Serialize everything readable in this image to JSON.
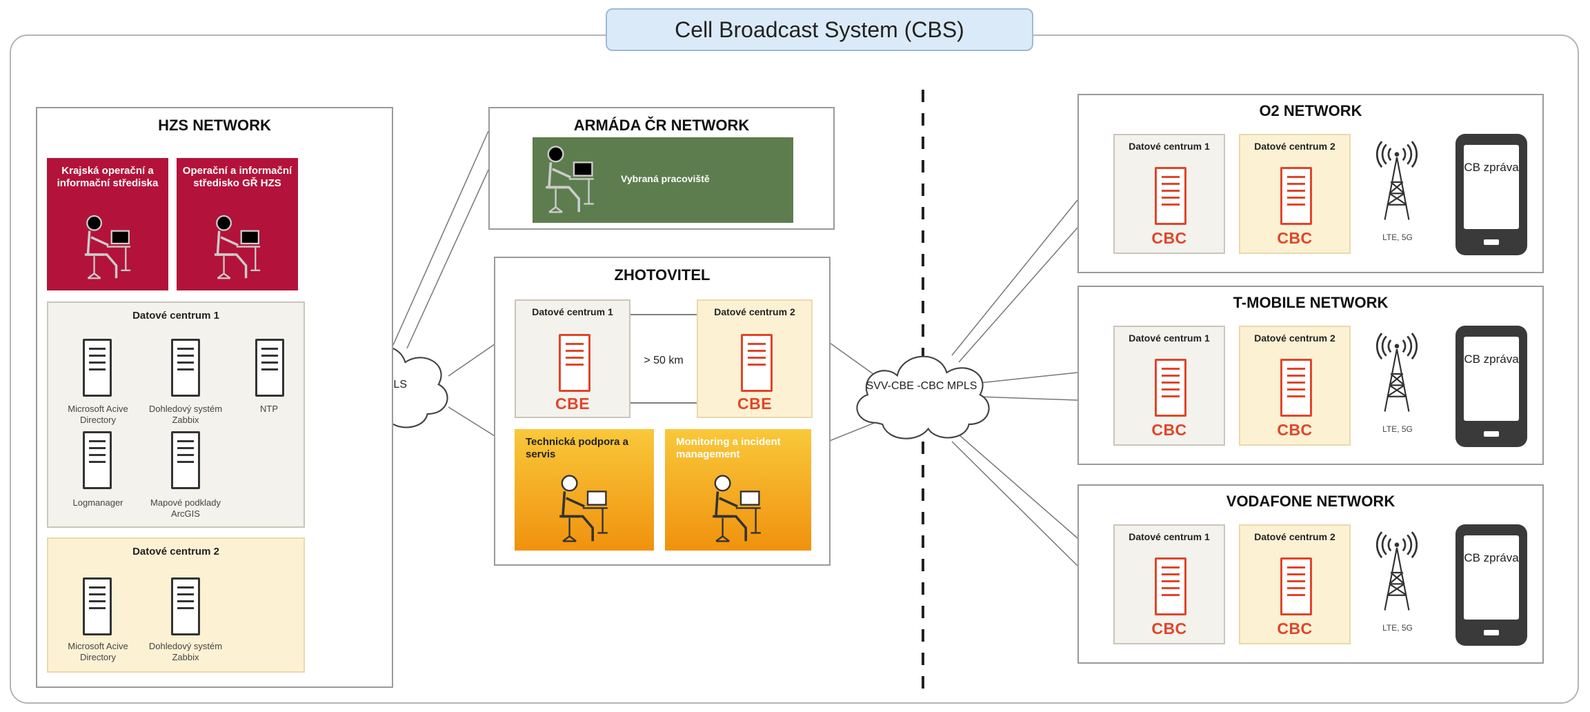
{
  "title": "Cell Broadcast System (CBS)",
  "hzs": {
    "title": "HZS NETWORK",
    "tile1": "Krajská operační a informační střediska",
    "tile2": "Operační a informační středisko GŘ HZS",
    "dc1": {
      "title": "Datové centrum 1",
      "servers": [
        "Microsoft Acive Directory",
        "Dohledový systém Zabbix",
        "NTP",
        "Logmanager",
        "Mapové podklady ArcGIS"
      ]
    },
    "dc2": {
      "title": "Datové centrum 2",
      "servers": [
        "Microsoft Acive Directory",
        "Dohledový systém Zabbix"
      ]
    }
  },
  "hzs_cloud": "HZS MPLS",
  "army": {
    "title": "ARMÁDA ČR NETWORK",
    "workplace": "Vybraná pracoviště"
  },
  "contractor": {
    "title": "ZHOTOVITEL",
    "dc1": "Datové centrum 1",
    "dc2": "Datové centrum 2",
    "cbe": "CBE",
    "distance": "> 50 km",
    "support": "Technická podpora a servis",
    "monitoring": "Monitoring a incident management"
  },
  "sv_cloud": "SVV-CBE -CBC MPLS",
  "operators": [
    {
      "title": "O2 NETWORK",
      "dc1": "Datové centrum 1",
      "dc2": "Datové centrum 2",
      "cbc": "CBC",
      "tower": "LTE, 5G",
      "phone": "CB zpráva"
    },
    {
      "title": "T-MOBILE NETWORK",
      "dc1": "Datové centrum 1",
      "dc2": "Datové centrum 2",
      "cbc": "CBC",
      "tower": "LTE, 5G",
      "phone": "CB zpráva"
    },
    {
      "title": "VODAFONE NETWORK",
      "dc1": "Datové centrum 1",
      "dc2": "Datové centrum 2",
      "cbc": "CBC",
      "tower": "LTE, 5G",
      "phone": "CB zpráva"
    }
  ]
}
